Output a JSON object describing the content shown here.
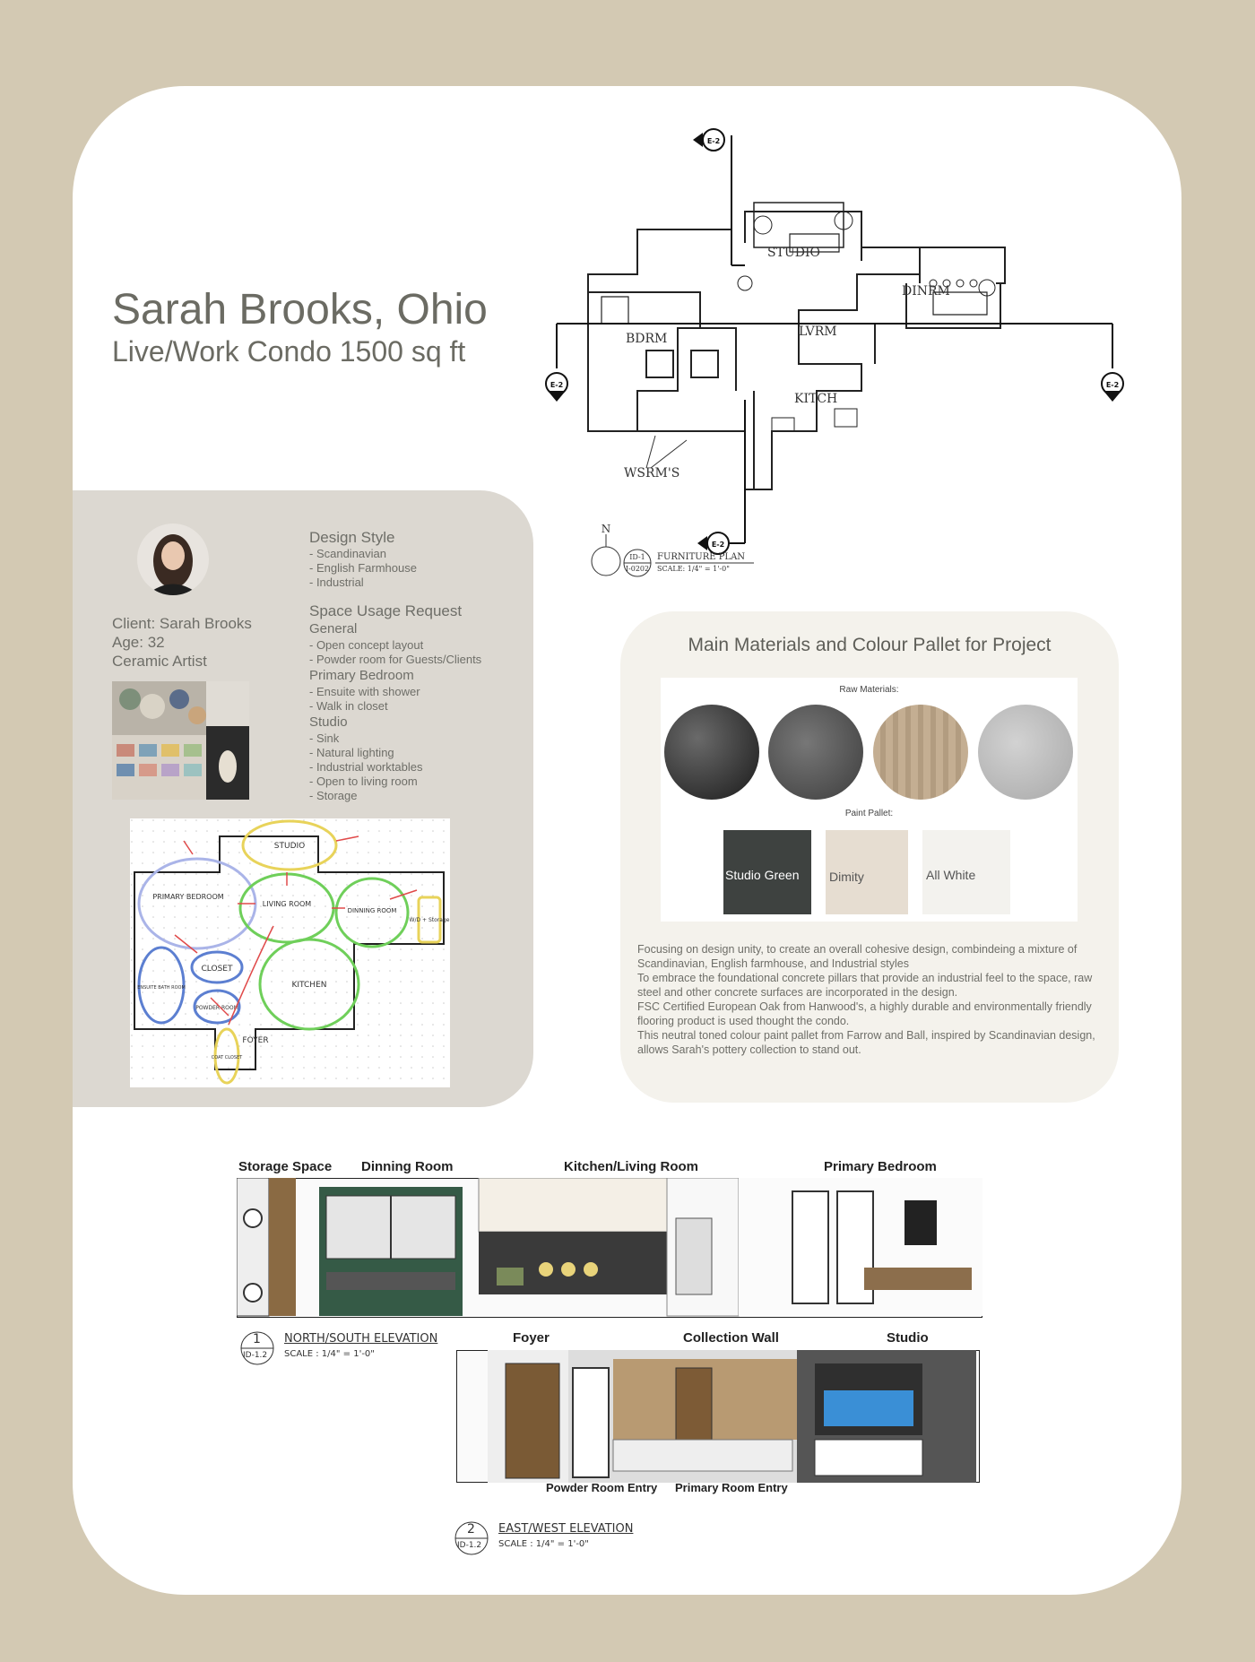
{
  "header": {
    "title": "Sarah Brooks, Ohio",
    "subtitle": "Live/Work Condo 1500 sq ft"
  },
  "client": {
    "name_line": "Client: Sarah Brooks",
    "age_line": "Age: 32",
    "occupation": "Ceramic Artist"
  },
  "design_style": {
    "heading": "Design Style",
    "items": [
      "- Scandinavian",
      "- English Farmhouse",
      "- Industrial"
    ]
  },
  "space_usage": {
    "heading": "Space Usage Request",
    "groups": [
      {
        "name": "General",
        "items": [
          "- Open concept layout",
          "- Powder room for Guests/Clients"
        ]
      },
      {
        "name": "Primary Bedroom",
        "items": [
          "- Ensuite with shower",
          "- Walk in closet"
        ]
      },
      {
        "name": "Studio",
        "items": [
          "- Sink",
          "- Natural lighting",
          "- Industrial worktables",
          "- Open to living room",
          "- Storage"
        ]
      }
    ]
  },
  "bubble_diagram": {
    "labels": [
      "STUDIO",
      "PRIMARY BEDROOM",
      "LIVING ROOM",
      "DINNING ROOM",
      "W/D + Storage",
      "CLOSET",
      "ENSUITE BATH ROOM",
      "POWDER ROOM",
      "KITCHEN",
      "FOYER",
      "COAT CLOSET"
    ]
  },
  "floor_plan": {
    "rooms": [
      "STUDIO",
      "DINRM",
      "BDRM",
      "LVRM",
      "KITCH",
      "WSRM'S"
    ],
    "section_tag": "E-2",
    "north": "N",
    "sheet_id": "ID-1",
    "sheet_ref": "I-0202",
    "plan_title": "FURNITURE PLAN",
    "plan_scale": "SCALE: 1/4\" = 1'-0\""
  },
  "materials": {
    "title": "Main Materials and Colour Pallet for Project",
    "raw_label": "Raw Materials:",
    "paint_label": "Paint Pallet:",
    "paints": [
      {
        "name": "Studio Green",
        "color": "#3e4240",
        "text_color": "#ffffff"
      },
      {
        "name": "Dimity",
        "color": "#e6ddd1",
        "text_color": "#555555"
      },
      {
        "name": "All White",
        "color": "#f3f2ee",
        "text_color": "#555555"
      }
    ],
    "raw_colors": [
      "#2a2a2a",
      "#4d4d4d",
      "#b8a48a",
      "#b9b9b9"
    ],
    "description": [
      "Focusing on design unity, to create an overall cohesive design, combindeing a mixture of Scandinavian, English farmhouse, and Industrial styles",
      "To embrace the foundational concrete pillars that provide an industrial feel to the space, raw steel and other concrete surfaces are incorporated in the design.",
      "FSC Certified European Oak from Hanwood's, a highly durable and environmentally friendly flooring product is used thought the condo.",
      "This neutral toned colour paint pallet from Farrow and Ball, inspired by Scandinavian design, allows Sarah's pottery collection to stand out."
    ]
  },
  "elevation_ns": {
    "labels": [
      "Storage Space",
      "Dinning Room",
      "Kitchen/Living Room",
      "Primary Bedroom"
    ],
    "number": "1",
    "sheet": "ID-1.2",
    "title": "NORTH/SOUTH ELEVATION",
    "scale": "SCALE : 1/4\" = 1'-0\""
  },
  "elevation_ew": {
    "labels_top": [
      "Foyer",
      "Collection Wall",
      "Studio"
    ],
    "labels_bottom": [
      "Powder Room Entry",
      "Primary Room Entry"
    ],
    "number": "2",
    "sheet": "ID-1.2",
    "title": "EAST/WEST ELEVATION",
    "scale": "SCALE : 1/4\" = 1'-0\""
  }
}
